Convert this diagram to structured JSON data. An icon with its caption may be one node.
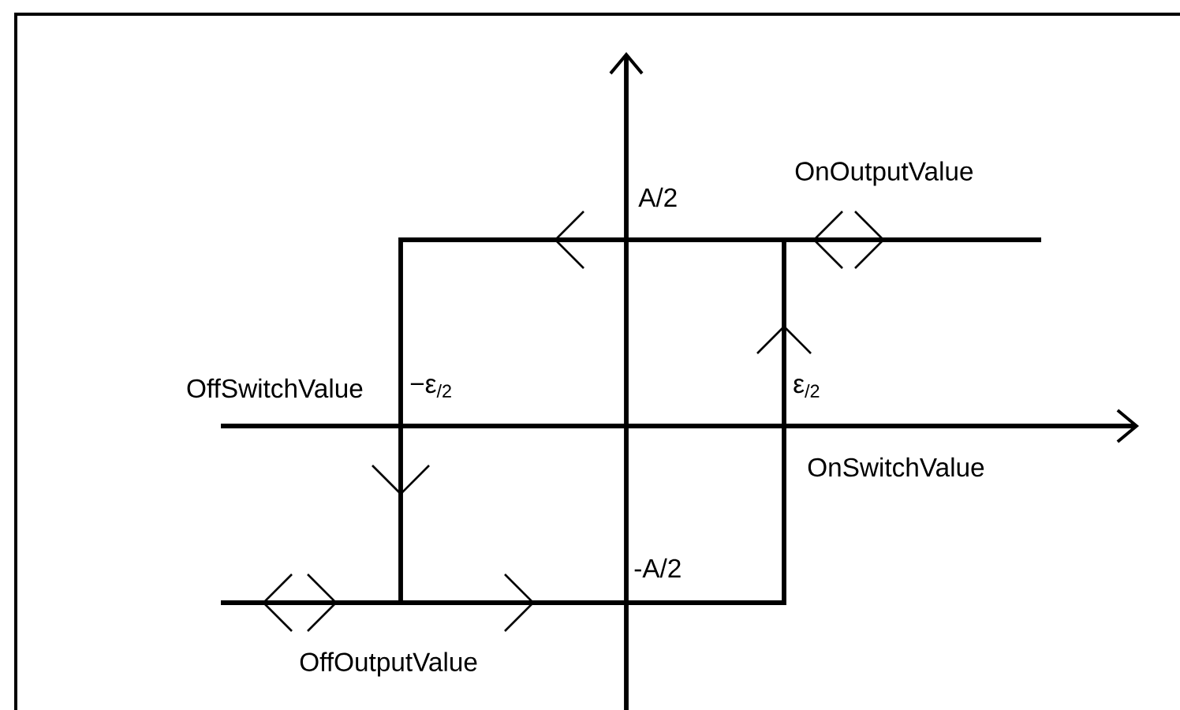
{
  "diagram": {
    "labels": [
      "OnOutputValue",
      "A/2",
      "OffSwitchValue",
      "−ε$_{/2}$",
      "ε$_{/2}$",
      "OnSwitchValue",
      "-A/2",
      "OffOutputValue"
    ]
  }
}
